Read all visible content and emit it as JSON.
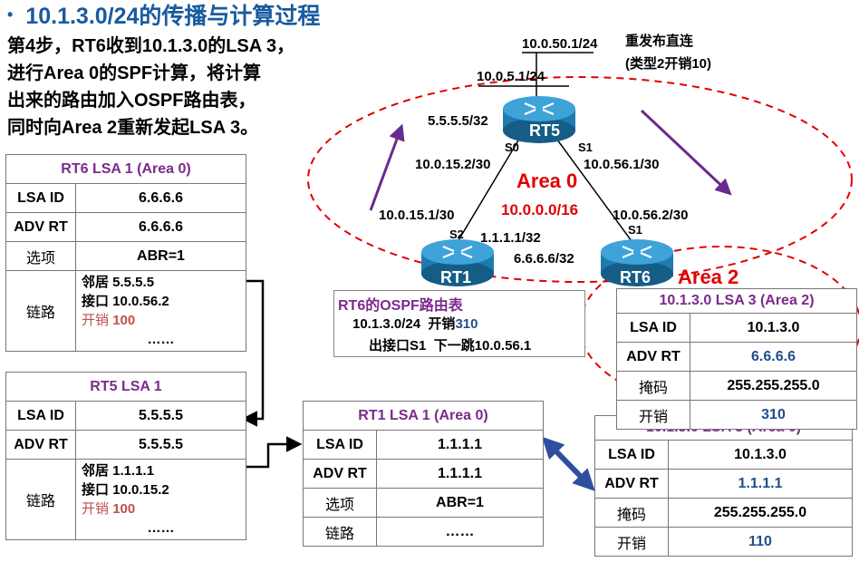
{
  "title": "10.1.3.0/24的传播与计算过程",
  "description": [
    "第4步，RT6收到10.1.3.0的LSA 3，",
    "进行Area 0的SPF计算，将计算",
    "出来的路由加入OSPF路由表，",
    "同时向Area 2重新发起LSA 3。"
  ],
  "topology": {
    "routers": {
      "rt5": "RT5",
      "rt1": "RT1",
      "rt6": "RT6"
    },
    "rt5_loopback": "5.5.5.5/32",
    "rt1_loopback": "1.1.1.1/32",
    "rt6_loopback": "6.6.6.6/32",
    "net_top": "10.0.50.1/24",
    "net_mid": "10.0.5.1/24",
    "redistribute_note_1": "重发布直连",
    "redistribute_note_2": "(类型2开销10)",
    "port_rt5_s0": "S0",
    "port_rt5_s1": "S1",
    "port_rt1_s2": "S2",
    "port_rt6_s1": "S1",
    "ip_rt5_s0": "10.0.15.2/30",
    "ip_rt5_s1": "10.0.56.1/30",
    "ip_rt1_s2": "10.0.15.1/30",
    "ip_rt6_s1": "10.0.56.2/30",
    "area0": "Area 0",
    "area0_net": "10.0.0.0/16",
    "area2": "Area 2"
  },
  "colors": {
    "title": "#1a5aa0",
    "table_header": "#7b2a8e",
    "area": "#e10000",
    "cost": "#c0504d",
    "value_blue": "#1f4e8e",
    "arrow_purple": "#6a2a8e",
    "router": "#1e7bb0"
  },
  "rt6_lsa1": {
    "header": "RT6 LSA 1 (Area 0)",
    "lsa_id_key": "LSA ID",
    "lsa_id": "6.6.6.6",
    "adv_rt_key": "ADV RT",
    "adv_rt": "6.6.6.6",
    "option_key": "选项",
    "option": "ABR=1",
    "link_key": "链路",
    "neighbor": "邻居 5.5.5.5",
    "interface": "接口 10.0.56.2",
    "cost_label": "开销",
    "cost_value": "100",
    "more": "……"
  },
  "rt5_lsa1": {
    "header": "RT5 LSA 1",
    "lsa_id_key": "LSA ID",
    "lsa_id": "5.5.5.5",
    "adv_rt_key": "ADV RT",
    "adv_rt": "5.5.5.5",
    "link_key": "链路",
    "neighbor": "邻居 1.1.1.1",
    "interface": "接口 10.0.15.2",
    "cost_label": "开销",
    "cost_value": "100",
    "more": "……"
  },
  "rt1_lsa1": {
    "header": "RT1 LSA 1 (Area 0)",
    "lsa_id_key": "LSA ID",
    "lsa_id": "1.1.1.1",
    "adv_rt_key": "ADV RT",
    "adv_rt": "1.1.1.1",
    "option_key": "选项",
    "option": "ABR=1",
    "link_key": "链路",
    "more": "……"
  },
  "routing_table": {
    "title": "RT6的OSPF路由表",
    "route": "10.1.3.0/24",
    "cost_label": "开销",
    "cost": "310",
    "outif": "出接口S1",
    "nexthop": "下一跳10.0.56.1"
  },
  "lsa3_area2": {
    "header": "10.1.3.0  LSA 3 (Area 2)",
    "lsa_id_key": "LSA ID",
    "lsa_id": "10.1.3.0",
    "adv_rt_key": "ADV RT",
    "adv_rt": "6.6.6.6",
    "mask_key": "掩码",
    "mask": "255.255.255.0",
    "cost_key": "开销",
    "cost": "310"
  },
  "lsa3_area0": {
    "header": "10.1.3.0  LSA 3 (Area 0)",
    "lsa_id_key": "LSA ID",
    "lsa_id": "10.1.3.0",
    "adv_rt_key": "ADV RT",
    "adv_rt": "1.1.1.1",
    "mask_key": "掩码",
    "mask": "255.255.255.0",
    "cost_key": "开销",
    "cost": "110"
  }
}
